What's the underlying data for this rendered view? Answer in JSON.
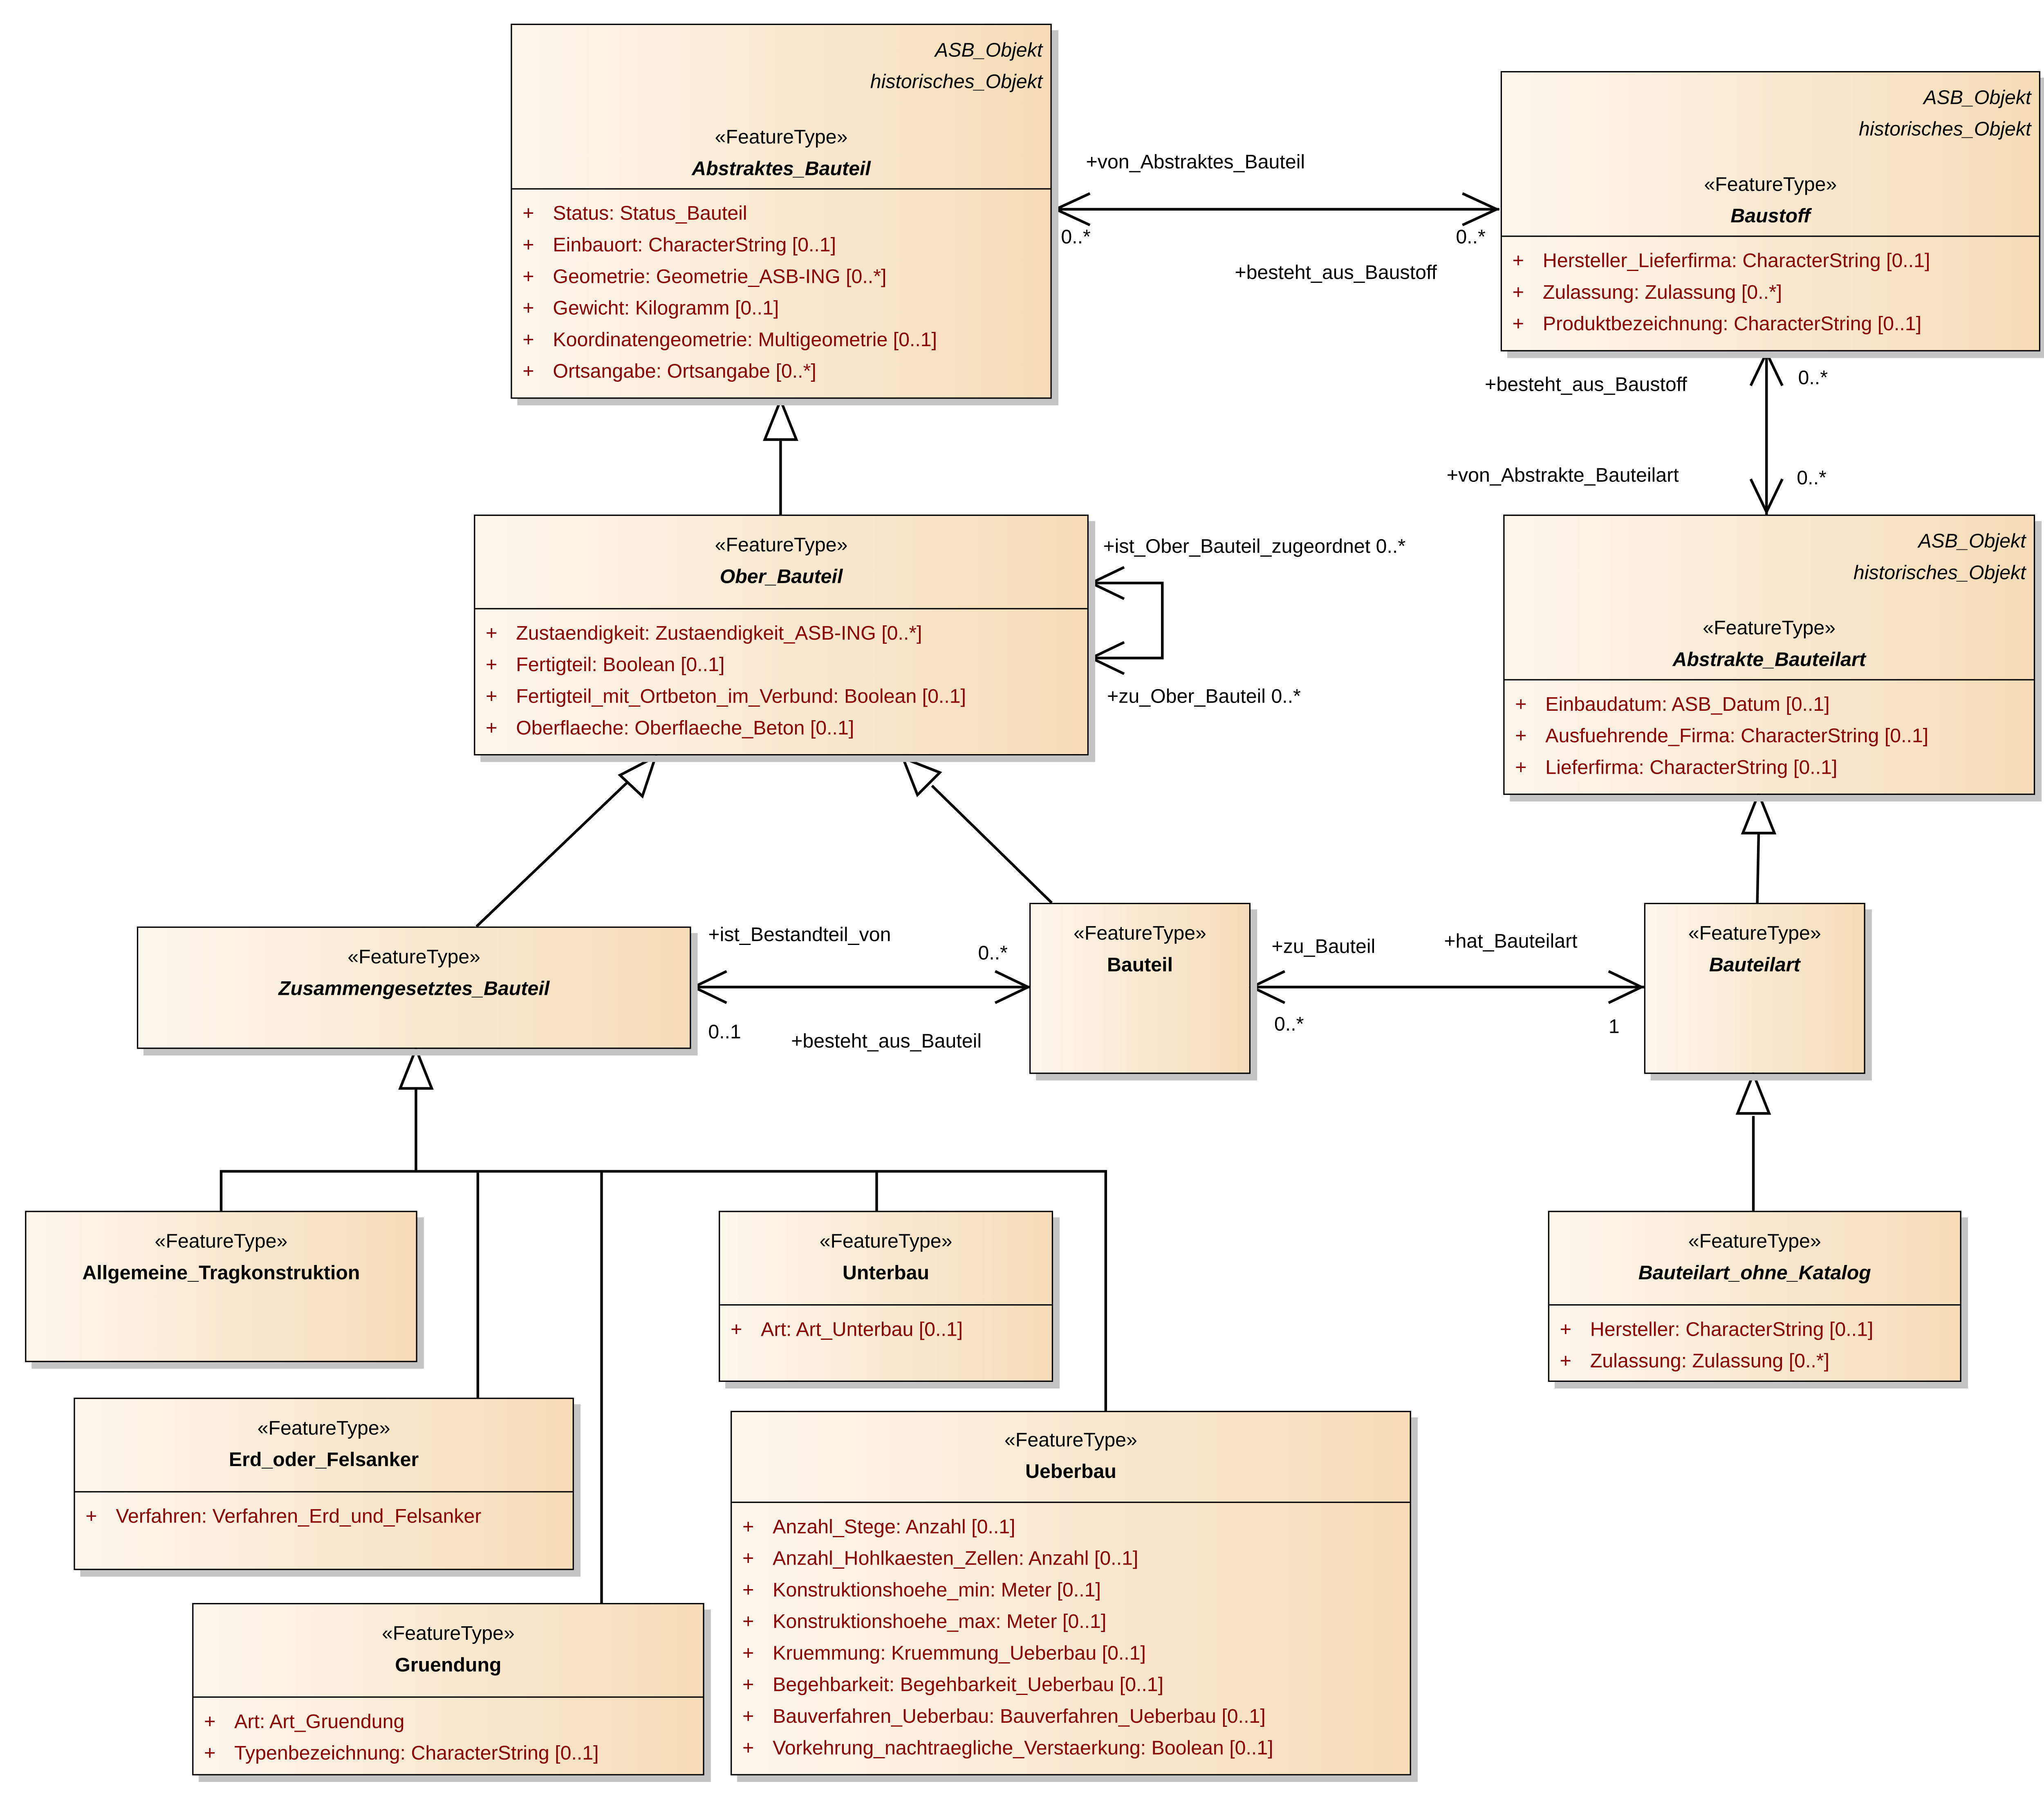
{
  "colors": {
    "attribute_text": "#8a0000",
    "class_fill_left": "#fdf6ec",
    "class_fill_right": "#f6dcb7",
    "border": "#000000",
    "shadow": "#c4c4c4"
  },
  "classes": {
    "abstraktes_bauteil": {
      "tags": [
        "ASB_Objekt",
        "historisches_Objekt"
      ],
      "stereotype": "«FeatureType»",
      "name": "Abstraktes_Bauteil",
      "attributes": [
        {
          "vis": "+",
          "text": "Status: Status_Bauteil"
        },
        {
          "vis": "+",
          "text": "Einbauort: CharacterString [0..1]"
        },
        {
          "vis": "+",
          "text": "Geometrie: Geometrie_ASB-ING [0..*]"
        },
        {
          "vis": "+",
          "text": "Gewicht: Kilogramm [0..1]"
        },
        {
          "vis": "+",
          "text": "Koordinatengeometrie: Multigeometrie [0..1]"
        },
        {
          "vis": "+",
          "text": "Ortsangabe: Ortsangabe [0..*]"
        }
      ]
    },
    "baustoff": {
      "tags": [
        "ASB_Objekt",
        "historisches_Objekt"
      ],
      "stereotype": "«FeatureType»",
      "name": "Baustoff",
      "attributes": [
        {
          "vis": "+",
          "text": "Hersteller_Lieferfirma: CharacterString [0..1]"
        },
        {
          "vis": "+",
          "text": "Zulassung: Zulassung [0..*]"
        },
        {
          "vis": "+",
          "text": "Produktbezeichnung: CharacterString [0..1]"
        }
      ]
    },
    "ober_bauteil": {
      "stereotype": "«FeatureType»",
      "name": "Ober_Bauteil",
      "attributes": [
        {
          "vis": "+",
          "text": "Zustaendigkeit: Zustaendigkeit_ASB-ING [0..*]"
        },
        {
          "vis": "+",
          "text": "Fertigteil: Boolean [0..1]"
        },
        {
          "vis": "+",
          "text": "Fertigteil_mit_Ortbeton_im_Verbund: Boolean [0..1]"
        },
        {
          "vis": "+",
          "text": "Oberflaeche: Oberflaeche_Beton [0..1]"
        }
      ]
    },
    "abstrakte_bauteilart": {
      "tags": [
        "ASB_Objekt",
        "historisches_Objekt"
      ],
      "stereotype": "«FeatureType»",
      "name": "Abstrakte_Bauteilart",
      "attributes": [
        {
          "vis": "+",
          "text": "Einbaudatum: ASB_Datum [0..1]"
        },
        {
          "vis": "+",
          "text": "Ausfuehrende_Firma: CharacterString [0..1]"
        },
        {
          "vis": "+",
          "text": "Lieferfirma: CharacterString [0..1]"
        }
      ]
    },
    "zusammengesetztes_bauteil": {
      "stereotype": "«FeatureType»",
      "name": "Zusammengesetztes_Bauteil"
    },
    "bauteil": {
      "stereotype": "«FeatureType»",
      "name": "Bauteil"
    },
    "bauteilart": {
      "stereotype": "«FeatureType»",
      "name": "Bauteilart"
    },
    "allgemeine_tragkonstruktion": {
      "stereotype": "«FeatureType»",
      "name": "Allgemeine_Tragkonstruktion"
    },
    "unterbau": {
      "stereotype": "«FeatureType»",
      "name": "Unterbau",
      "attributes": [
        {
          "vis": "+",
          "text": "Art: Art_Unterbau [0..1]"
        }
      ]
    },
    "bauteilart_ohne_katalog": {
      "stereotype": "«FeatureType»",
      "name": "Bauteilart_ohne_Katalog",
      "attributes": [
        {
          "vis": "+",
          "text": "Hersteller: CharacterString [0..1]"
        },
        {
          "vis": "+",
          "text": "Zulassung: Zulassung [0..*]"
        }
      ]
    },
    "erd_oder_felsanker": {
      "stereotype": "«FeatureType»",
      "name": "Erd_oder_Felsanker",
      "attributes": [
        {
          "vis": "+",
          "text": "Verfahren: Verfahren_Erd_und_Felsanker"
        }
      ]
    },
    "ueberbau": {
      "stereotype": "«FeatureType»",
      "name": "Ueberbau",
      "attributes": [
        {
          "vis": "+",
          "text": "Anzahl_Stege: Anzahl [0..1]"
        },
        {
          "vis": "+",
          "text": "Anzahl_Hohlkaesten_Zellen: Anzahl [0..1]"
        },
        {
          "vis": "+",
          "text": "Konstruktionshoehe_min: Meter [0..1]"
        },
        {
          "vis": "+",
          "text": "Konstruktionshoehe_max: Meter [0..1]"
        },
        {
          "vis": "+",
          "text": "Kruemmung: Kruemmung_Ueberbau [0..1]"
        },
        {
          "vis": "+",
          "text": "Begehbarkeit: Begehbarkeit_Ueberbau [0..1]"
        },
        {
          "vis": "+",
          "text": "Bauverfahren_Ueberbau: Bauverfahren_Ueberbau [0..1]"
        },
        {
          "vis": "+",
          "text": "Vorkehrung_nachtraegliche_Verstaerkung: Boolean [0..1]"
        }
      ]
    },
    "gruendung": {
      "stereotype": "«FeatureType»",
      "name": "Gruendung",
      "attributes": [
        {
          "vis": "+",
          "text": "Art: Art_Gruendung"
        },
        {
          "vis": "+",
          "text": "Typenbezeichnung: CharacterString [0..1]"
        }
      ]
    }
  },
  "associations": {
    "baustoff_link": {
      "role_source": "+von_Abstraktes_Bauteil",
      "role_target": "+besteht_aus_Baustoff",
      "mult_source": "0..*",
      "mult_target": "0..*"
    },
    "baustoff_bauteilart_link": {
      "role_top": "+besteht_aus_Baustoff",
      "role_bottom": "+von_Abstrakte_Bauteilart",
      "mult_top": "0..*",
      "mult_bottom": "0..*"
    },
    "self_link": {
      "role_a": "+ist_Ober_Bauteil_zugeordnet 0..*",
      "role_b": "+zu_Ober_Bauteil 0..*"
    },
    "composite_link": {
      "role_top": "+ist_Bestandteil_von",
      "role_bottom": "+besteht_aus_Bauteil",
      "mult_left": "0..1",
      "mult_right": "0..*"
    },
    "bauteilart_link": {
      "role_left": "+zu_Bauteil",
      "role_right": "+hat_Bauteilart",
      "mult_left": "0..*",
      "mult_right": "1"
    }
  }
}
